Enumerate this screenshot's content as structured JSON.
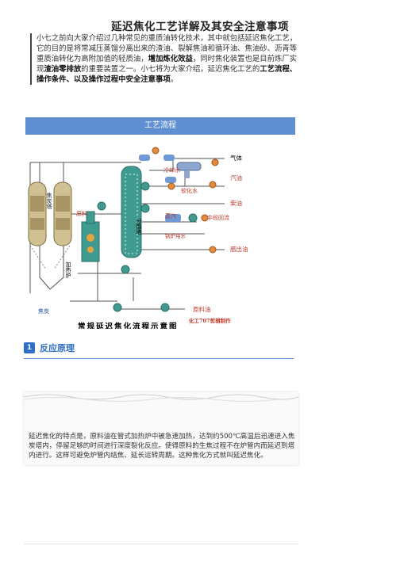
{
  "doc": {
    "title": "延迟焦化工艺详解及其安全注意事项",
    "intro_part1": "小七之前向大家介绍过几种常见的重质油转化技术，其中就包括延迟焦化工艺，它的目的是将常减压蒸馏分离出来的渣油、裂解焦油和循环油、焦油砂、沥青等重质油转化为高附加值的轻质油，",
    "intro_bold1": "增加炼化效益",
    "intro_part2": "，同时焦化装置也是目前炼厂实现",
    "intro_bold2": "渣油零排放",
    "intro_part3": "的重要装置之一。小七将为大家介绍，延迟焦化工艺的",
    "intro_bold3": "工艺流程、操作条件、以及操作过程中安全注意事项",
    "intro_part4": "。"
  },
  "flow_section": {
    "banner": "工艺流程"
  },
  "diagram": {
    "labels": {
      "gas": "气体",
      "gasoline": "汽油",
      "cooling_water": "冷却水",
      "soft_water": "软化水",
      "diesel": "柴油",
      "steam": "蒸汽",
      "mid_reflux": "中段回流",
      "boiler_water": "锅炉用水",
      "wax_oil": "腊出油",
      "feed": "原料",
      "feed_oil": "原料油",
      "coke_tower": "焦炭塔",
      "heating_furnace": "加热炉",
      "coke": "焦炭",
      "fractionator": "分馏塔"
    },
    "caption": "常规延迟焦化流程示意图",
    "credit": "化工707剪辑制作"
  },
  "section1": {
    "number": "1",
    "title": "反应原理"
  },
  "principle": {
    "text": "延迟焦化的特点是，原料油在管式加热炉中被急速加热，达到约500℃高温后迅速进入焦炭塔内，停留足够的时间进行深度裂化反应。使得原料的生焦过程不在炉管内而延迟到塔内进行。这样可避免炉管内结焦、延长运转周期。这种焦化方式就叫延迟焦化。"
  },
  "colors": {
    "accent": "#2f6fc7",
    "banner": "#5f8fd0",
    "equip": "#3f9a8f",
    "coke": "#c9b98a",
    "label_red": "#c0392b"
  }
}
